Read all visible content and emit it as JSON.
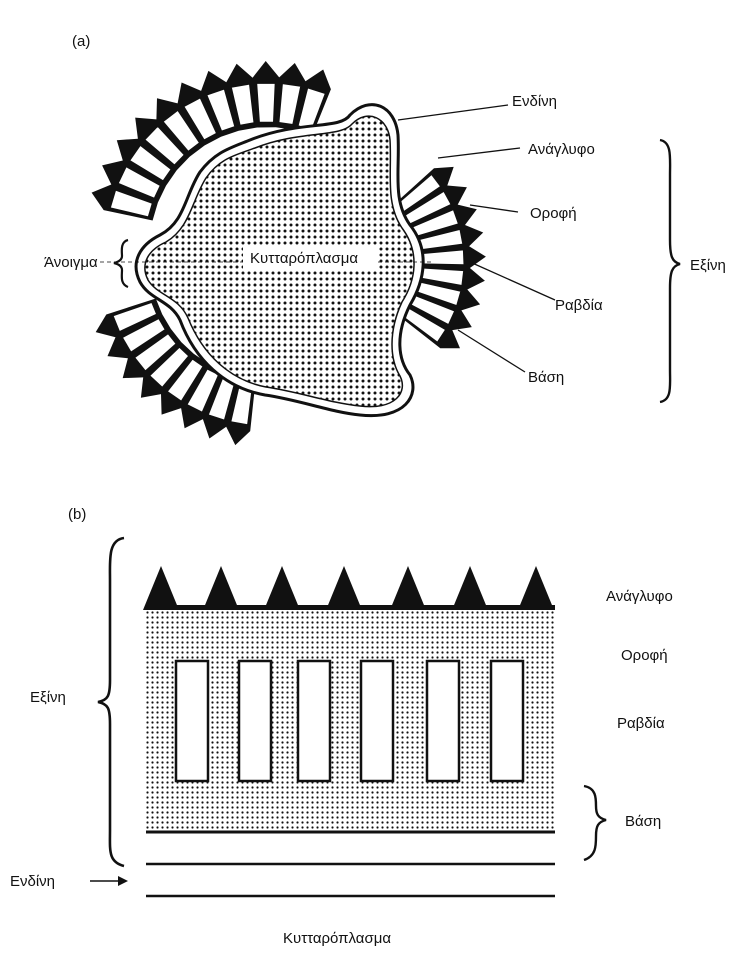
{
  "panel_a": {
    "tag": "(a)",
    "labels": {
      "endine": "Ενδίνη",
      "anaglyfo": "Ανάγλυφο",
      "orofi": "Οροφή",
      "exine": "Εξίνη",
      "rabdia": "Ραβδία",
      "vasi": "Βάση",
      "anoigma": "Άνοιγμα",
      "cytoplasm": "Κυτταρόπλασμα"
    }
  },
  "panel_b": {
    "tag": "(b)",
    "labels": {
      "anaglyfo": "Ανάγλυφο",
      "orofi": "Οροφή",
      "rabdia": "Ραβδία",
      "vasi": "Βάση",
      "exine": "Εξίνη",
      "endine": "Ενδίνη",
      "cytoplasm": "Κυτταρόπλασμα"
    }
  },
  "colors": {
    "ink": "#111111",
    "paper": "#ffffff"
  }
}
